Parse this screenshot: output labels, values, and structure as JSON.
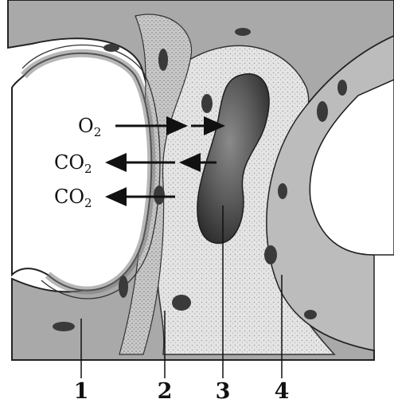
{
  "gas_labels": {
    "o2": {
      "base": "O",
      "sub": "2"
    },
    "co2_upper": {
      "base": "CO",
      "sub": "2"
    },
    "co2_lower": {
      "base": "CO",
      "sub": "2"
    }
  },
  "part_numbers": [
    "1",
    "2",
    "3",
    "4"
  ],
  "colors": {
    "background": "#ffffff",
    "tissue_dark": "#8a8a8a",
    "tissue_mid": "#b5b5b5",
    "tissue_light": "#dcdcdc",
    "blood_cell": "#4a4a4a",
    "nucleus": "#3a3a3a",
    "outline": "#222222"
  }
}
